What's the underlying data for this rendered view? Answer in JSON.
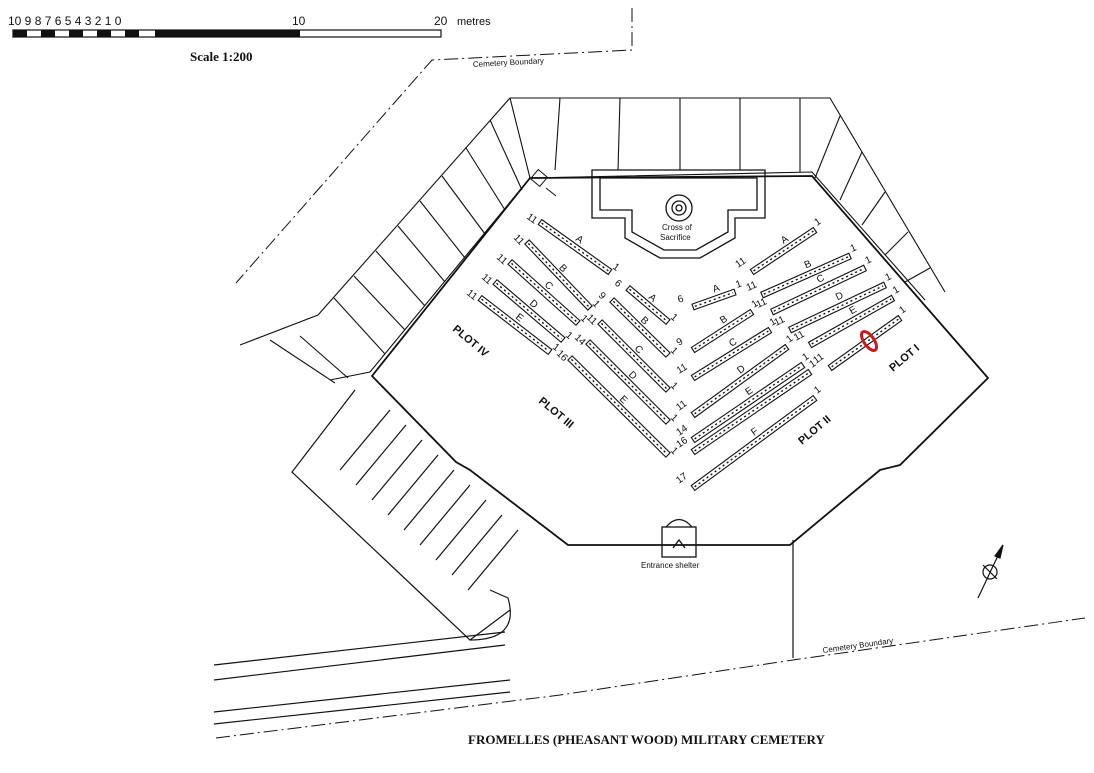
{
  "scale_bar": {
    "left_ticks": [
      "10",
      "9",
      "8",
      "7",
      "6",
      "5",
      "4",
      "3",
      "2",
      "1",
      "0"
    ],
    "mid_tick": "10",
    "end_tick": "20",
    "unit": "metres",
    "scale_label": "Scale 1:200"
  },
  "labels": {
    "boundary_top": "Cemetery Boundary",
    "boundary_bottom": "Cemetery Boundary",
    "cross_line1": "Cross of",
    "cross_line2": "Sacrifice",
    "entrance": "Entrance shelter",
    "plot_i": "PLOT I",
    "plot_ii": "PLOT II",
    "plot_iii": "PLOT III",
    "plot_iv": "PLOT IV"
  },
  "title": "FROMELLES (PHEASANT WOOD) MILITARY CEMETERY",
  "rows": {
    "plot_iv": [
      {
        "row": "A",
        "first": "11",
        "last": "1"
      },
      {
        "row": "B",
        "first": "11",
        "last": "1"
      },
      {
        "row": "C",
        "first": "11",
        "last": "1"
      },
      {
        "row": "D",
        "first": "11",
        "last": "1"
      },
      {
        "row": "E",
        "first": "11",
        "last": "1"
      }
    ],
    "plot_iii": [
      {
        "row": "A",
        "first": "6",
        "last": "1"
      },
      {
        "row": "B",
        "first": "9",
        "last": "1"
      },
      {
        "row": "C",
        "first": "11",
        "last": "1"
      },
      {
        "row": "D",
        "first": "14",
        "last": "1"
      },
      {
        "row": "E",
        "first": "16",
        "last": "1"
      }
    ],
    "plot_ii": [
      {
        "row": "A",
        "first": "6",
        "last": "1"
      },
      {
        "row": "B",
        "first": "9",
        "last": "1"
      },
      {
        "row": "C",
        "first": "11",
        "last": "1"
      },
      {
        "row": "D",
        "first": "11",
        "last": "1"
      },
      {
        "row": "E",
        "first": "14",
        "last": "1"
      },
      {
        "row": "",
        "first": "16",
        "last": "1"
      },
      {
        "row": "F",
        "first": "17",
        "last": "1"
      }
    ],
    "plot_i": [
      {
        "row": "A",
        "first": "11",
        "last": "1"
      },
      {
        "row": "B",
        "first": "11",
        "last": "1"
      },
      {
        "row": "C",
        "first": "11",
        "last": "1"
      },
      {
        "row": "D",
        "first": "11",
        "last": "1"
      },
      {
        "row": "E",
        "first": "11",
        "last": "1"
      },
      {
        "row": "",
        "first": "11",
        "last": "1"
      }
    ]
  },
  "colors": {
    "ink": "#111111",
    "highlight": "#cc1a1a",
    "paper": "#ffffff"
  },
  "icons": {
    "north_arrow": "north-arrow-icon",
    "highlight": "grave-highlight-icon"
  }
}
